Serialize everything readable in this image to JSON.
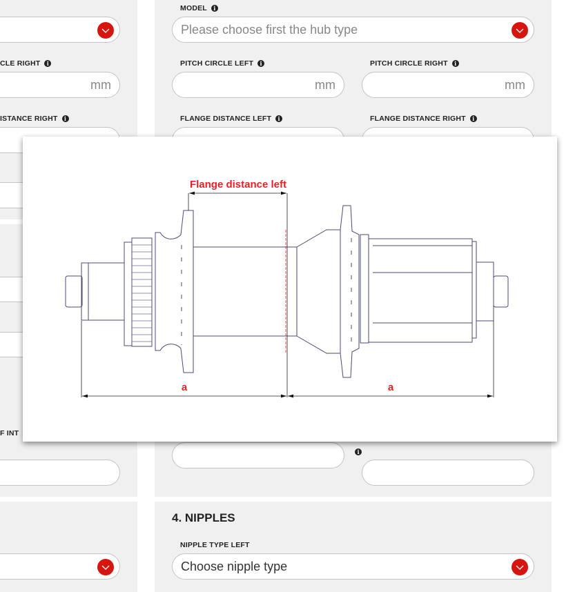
{
  "left_column": {
    "labels": [
      "CLE RIGHT",
      "ISTANCE RIGHT",
      "F INT"
    ],
    "unit": "mm"
  },
  "right_column": {
    "model": {
      "label": "MODEL",
      "placeholder": "Please choose first the hub type"
    },
    "pitch_circle_left": {
      "label": "PITCH CIRCLE LEFT",
      "unit": "mm"
    },
    "pitch_circle_right": {
      "label": "PITCH CIRCLE RIGHT",
      "unit": "mm"
    },
    "flange_distance_left": {
      "label": "FLANGE DISTANCE LEFT"
    },
    "flange_distance_right": {
      "label": "FLANGE DISTANCE RIGHT"
    }
  },
  "nipples": {
    "heading": "4. NIPPLES",
    "nipple_type_left": {
      "label": "NIPPLE TYPE LEFT",
      "value": "Choose nipple type"
    }
  },
  "diagram": {
    "title": "Flange distance left",
    "dimension_label": "a",
    "accent_color": "#ee1c25",
    "line_color": "#4a4a78"
  },
  "icons": {
    "info": "info-icon",
    "dropdown": "chevron-down-icon"
  },
  "info_glyph": "i"
}
